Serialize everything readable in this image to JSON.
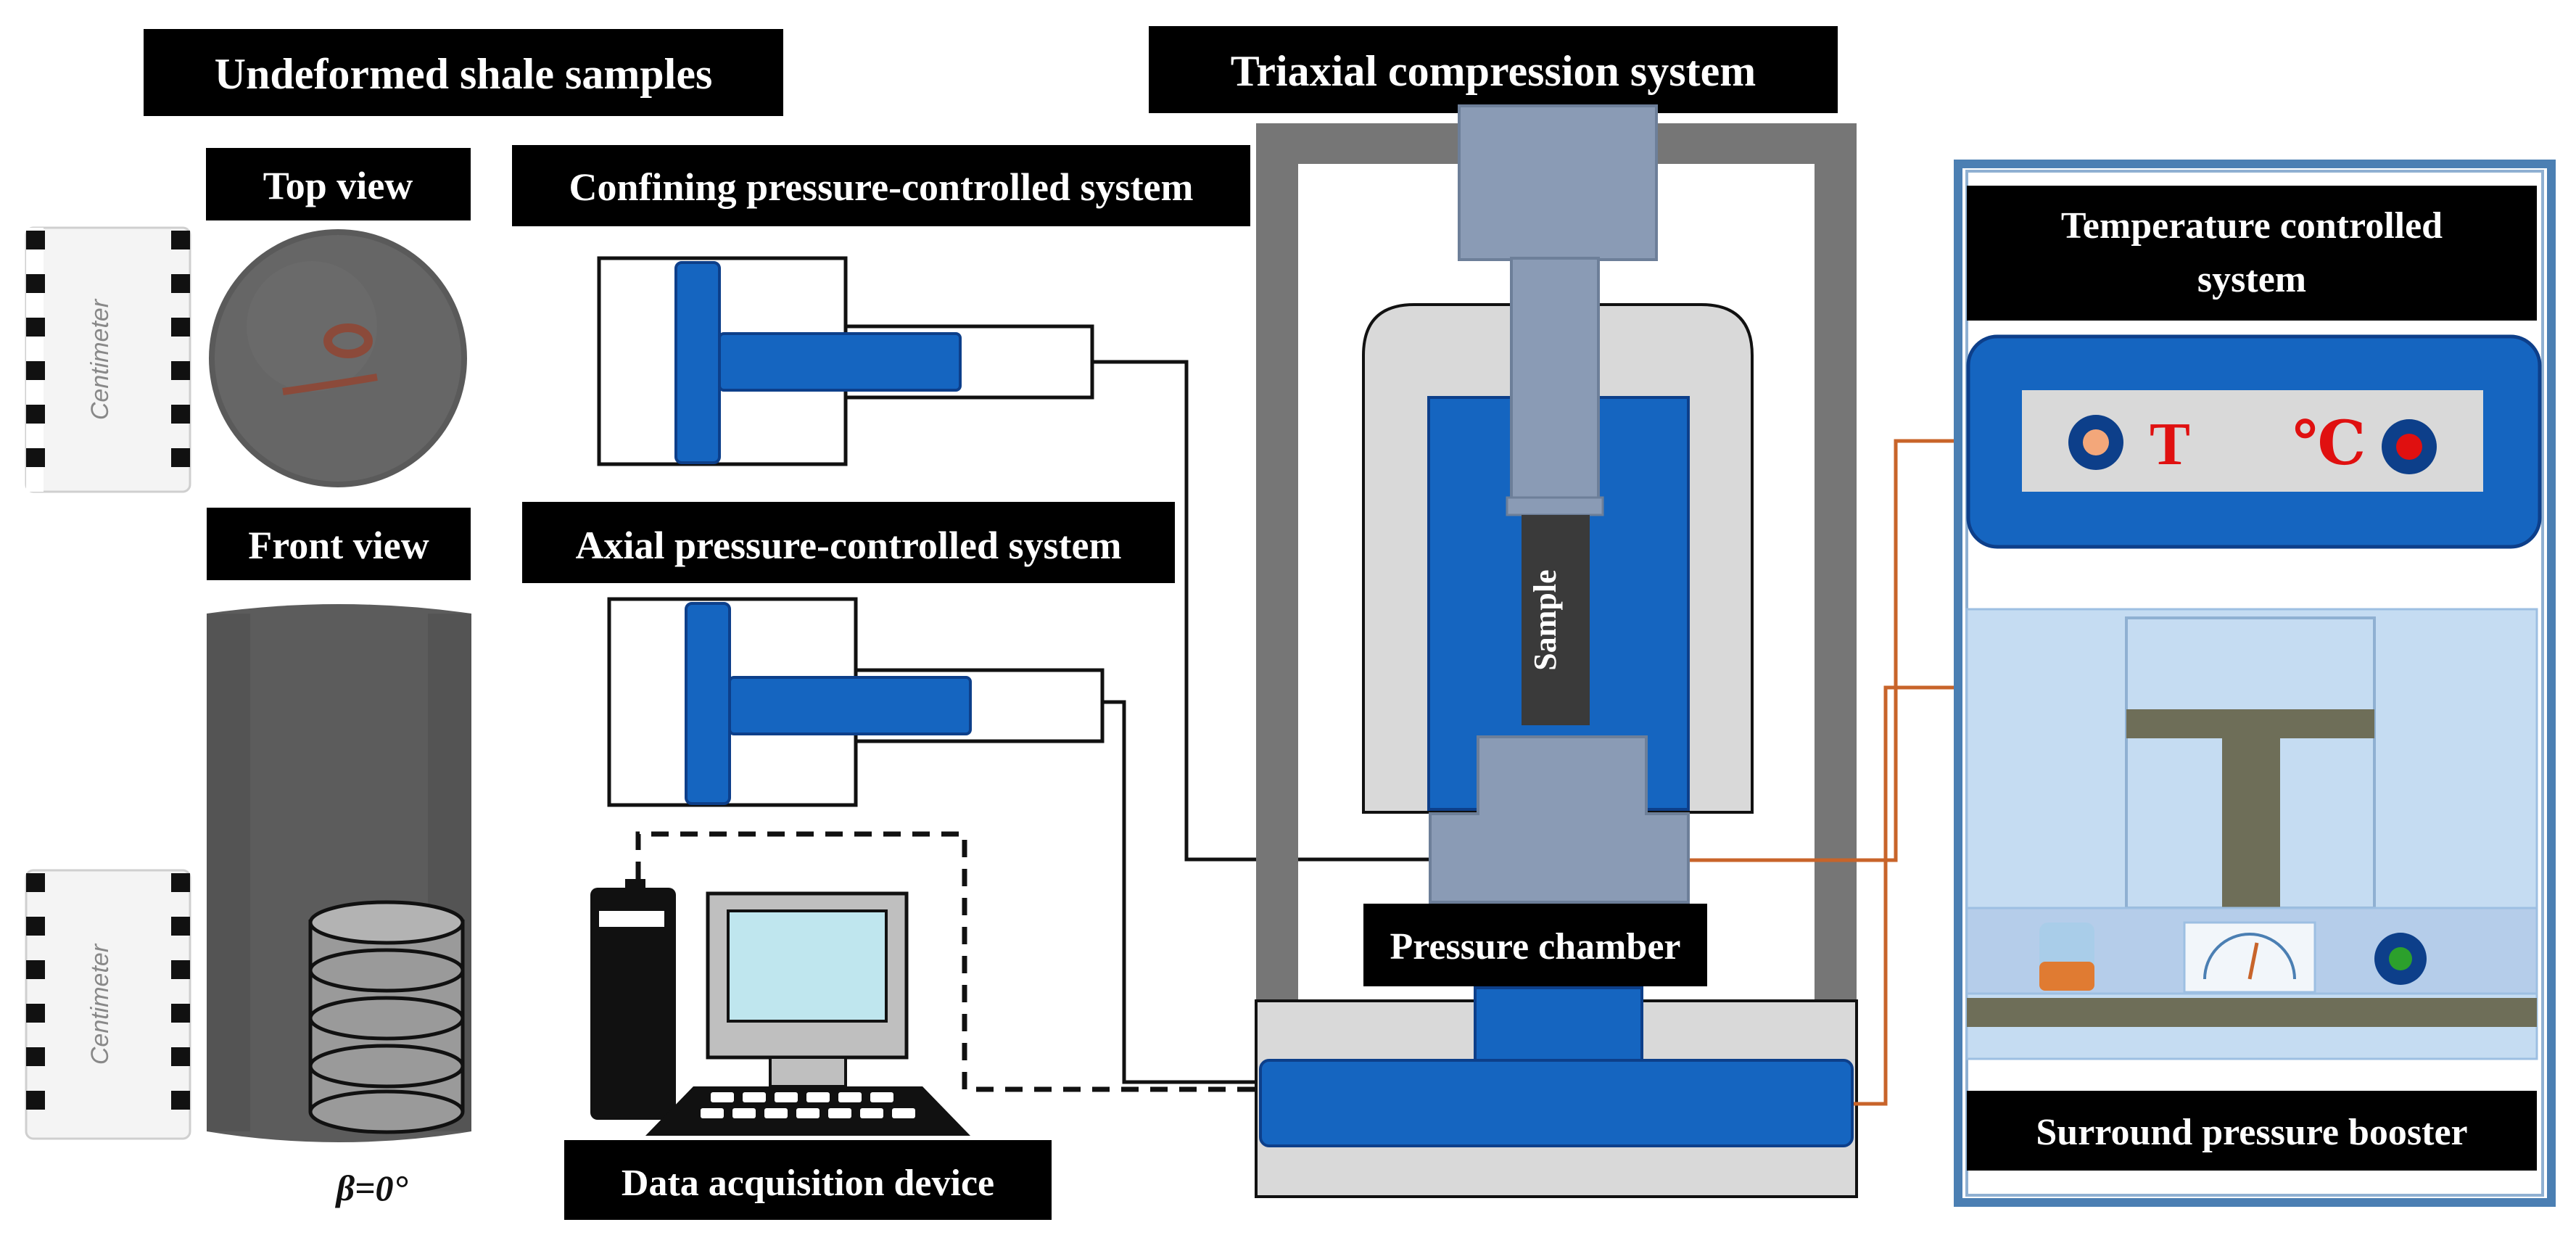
{
  "labels": {
    "undeformed": "Undeformed shale samples",
    "top_view": "Top view",
    "front_view": "Front view",
    "confining": "Confining pressure-controlled system",
    "axial": "Axial pressure-controlled system",
    "triaxial": "Triaxial compression system",
    "sample": "Sample",
    "pressure_chamber": "Pressure chamber",
    "data_acq": "Data acquisition device",
    "temp_ctrl_line1": "Temperature controlled",
    "temp_ctrl_line2": "system",
    "surround": "Surround pressure booster",
    "beta": "β=0°",
    "temp_T": "T",
    "temp_unit": "℃",
    "ruler_text": "Centimeter"
  },
  "colors": {
    "blue": "#1565c0",
    "dark_blue": "#0d3f8a",
    "grey_blue": "#8a9bb5",
    "light_grey": "#d9d9d9",
    "frame_grey": "#767676",
    "orange_wire": "#c8642a",
    "light_blue_panel": "#c5dcf2",
    "olive": "#6e6e58",
    "red": "#e01010"
  }
}
